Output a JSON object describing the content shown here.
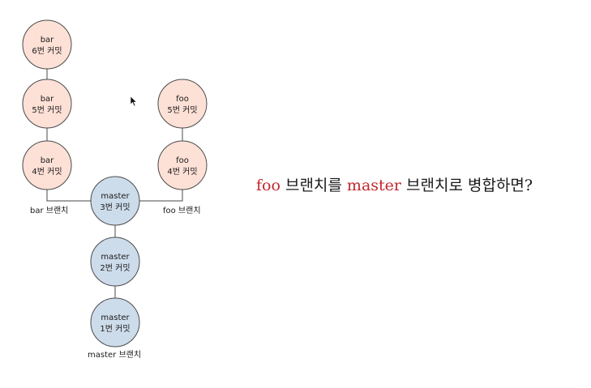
{
  "colors": {
    "feature_fill": "#fde0d6",
    "master_fill": "#cddceb",
    "accent": "#c0282d"
  },
  "nodes": [
    {
      "id": "bar6",
      "type": "feature",
      "line1": "bar",
      "line2": "6번 커밋"
    },
    {
      "id": "bar5",
      "type": "feature",
      "line1": "bar",
      "line2": "5번 커밋"
    },
    {
      "id": "bar4",
      "type": "feature",
      "line1": "bar",
      "line2": "4번 커밋"
    },
    {
      "id": "foo5",
      "type": "feature",
      "line1": "foo",
      "line2": "5번 커밋"
    },
    {
      "id": "foo4",
      "type": "feature",
      "line1": "foo",
      "line2": "4번 커밋"
    },
    {
      "id": "master3",
      "type": "master",
      "line1": "master",
      "line2": "3번 커밋"
    },
    {
      "id": "master2",
      "type": "master",
      "line1": "master",
      "line2": "2번 커밋"
    },
    {
      "id": "master1",
      "type": "master",
      "line1": "master",
      "line2": "1번 커밋"
    }
  ],
  "edges": [
    [
      "bar6",
      "bar5"
    ],
    [
      "bar5",
      "bar4"
    ],
    [
      "foo5",
      "foo4"
    ],
    [
      "bar4",
      "master3"
    ],
    [
      "foo4",
      "master3"
    ],
    [
      "master3",
      "master2"
    ],
    [
      "master2",
      "master1"
    ]
  ],
  "branch_labels": {
    "bar": "bar 브랜치",
    "foo": "foo 브랜치",
    "master": "master 브랜치"
  },
  "question": {
    "part1": "foo",
    "part2": " 브랜치를 ",
    "part3": "master",
    "part4": " 브랜치로 병합하면?"
  },
  "cursor_icon": "mouse-pointer-icon"
}
